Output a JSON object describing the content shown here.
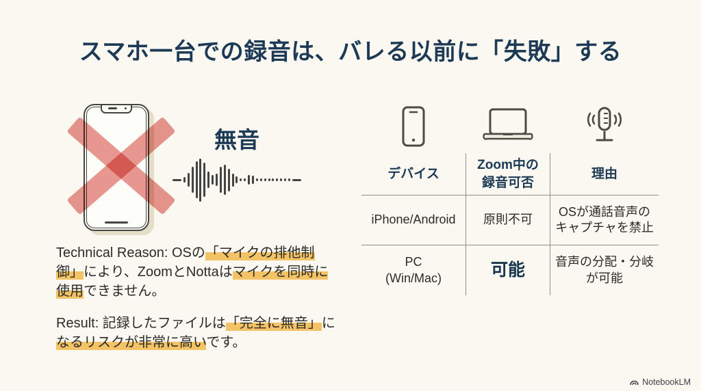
{
  "slide": {
    "title": "スマホ一台での録音は、バレる以前に「失敗」する",
    "background_color": "#FAF8F0",
    "accent_navy": "#1C3A55",
    "highlight_color": "#F3C05E",
    "cross_color": "#E5807B"
  },
  "illustration": {
    "silence_label": "無音",
    "waveform": [
      "dash",
      8,
      20,
      38,
      54,
      63,
      50,
      24,
      14,
      18,
      38,
      44,
      33,
      19,
      10,
      4,
      4,
      14,
      12,
      4,
      4,
      4,
      4,
      4,
      4,
      4,
      4,
      4,
      "dash"
    ]
  },
  "left_text": {
    "paragraphs": [
      {
        "lines": [
          [
            {
              "t": "Technical Reason: OSの",
              "hl": false
            },
            {
              "t": "「マイクの排他制",
              "hl": true
            }
          ],
          [
            {
              "t": "御」",
              "hl": true
            },
            {
              "t": "により、ZoomとNottaは",
              "hl": false
            },
            {
              "t": "マイクを同時に",
              "hl": true
            }
          ],
          [
            {
              "t": "使用",
              "hl": true
            },
            {
              "t": "できません。",
              "hl": false
            }
          ]
        ]
      },
      {
        "lines": [
          [
            {
              "t": "Result: 記録したファイルは",
              "hl": false
            },
            {
              "t": "「完全に無音」",
              "hl": true
            },
            {
              "t": "に",
              "hl": false
            }
          ],
          [
            {
              "t": "なるリスクが非常に高い",
              "hl": true
            },
            {
              "t": "です。",
              "hl": false
            }
          ]
        ]
      }
    ]
  },
  "table": {
    "column_icons": [
      "smartphone-icon",
      "laptop-icon",
      "microphone-icon"
    ],
    "headers": [
      "デバイス",
      "Zoom中の\n録音可否",
      "理由"
    ],
    "rows": [
      {
        "device": "iPhone/Android",
        "recordable": "原則不可",
        "reason": "OSが通話音声の\nキャプチャを禁止",
        "emphasis": false
      },
      {
        "device": "PC\n(Win/Mac)",
        "recordable": "可能",
        "reason": "音声の分配・分岐\nが可能",
        "emphasis": true
      }
    ]
  },
  "footer": {
    "brand": "NotebookLM"
  }
}
